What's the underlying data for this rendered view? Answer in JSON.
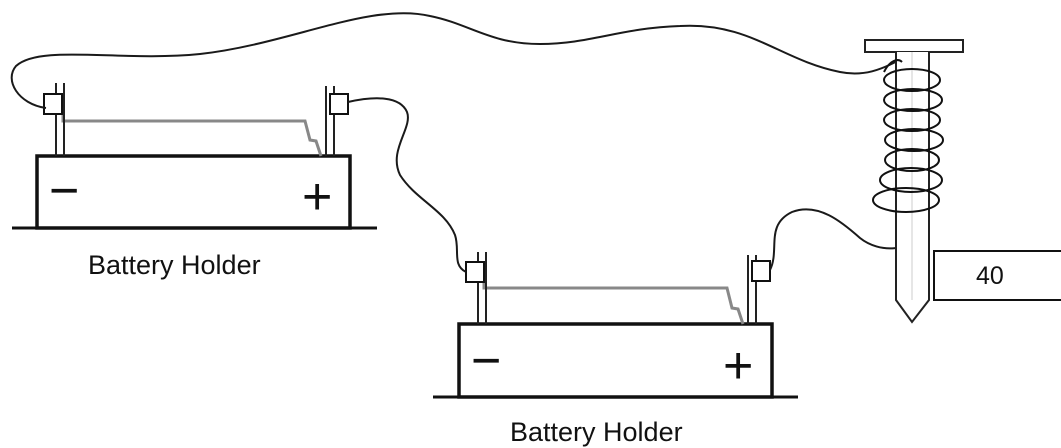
{
  "battery_holders": [
    {
      "label": "Battery Holder",
      "negative": "−",
      "positive": "+"
    },
    {
      "label": "Battery Holder",
      "negative": "−",
      "positive": "+"
    }
  ],
  "counter": {
    "value": "40"
  },
  "colors": {
    "ink": "#111111",
    "wire": "#1a1a1a",
    "strap": "#888888",
    "background": "#ffffff"
  }
}
